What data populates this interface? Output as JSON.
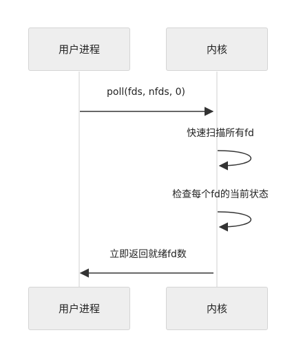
{
  "participants": {
    "user_process": "用户进程",
    "kernel": "内核"
  },
  "messages": [
    {
      "from": "user_process",
      "to": "kernel",
      "text": "poll(fds, nfds, 0)"
    },
    {
      "from": "kernel",
      "to": "kernel",
      "text": "快速扫描所有fd"
    },
    {
      "from": "kernel",
      "to": "kernel",
      "text": "检查每个fd的当前状态"
    },
    {
      "from": "kernel",
      "to": "user_process",
      "text": "立即返回就绪fd数"
    }
  ],
  "colors": {
    "actor_fill": "#eeeeee",
    "actor_border": "#d4d4d4",
    "lifeline": "#cfcfcf",
    "arrow": "#333333",
    "text": "#222222"
  }
}
